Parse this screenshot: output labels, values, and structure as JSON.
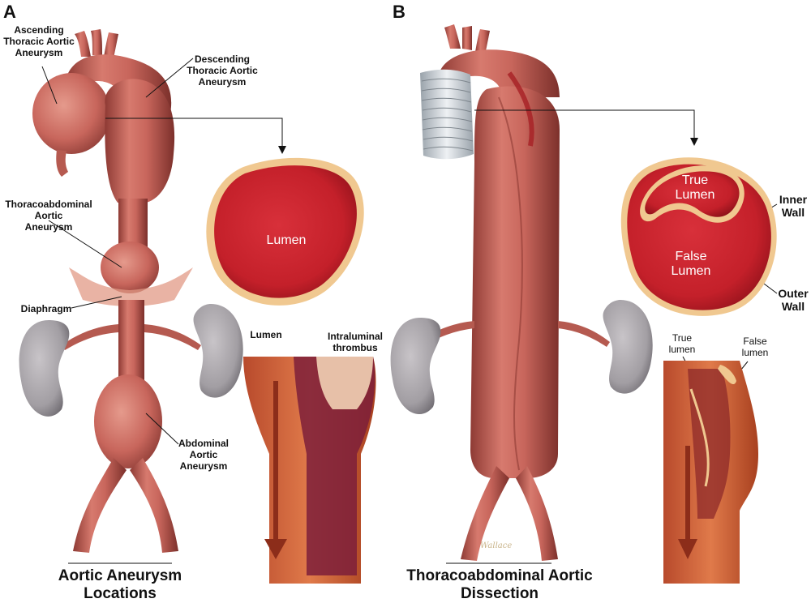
{
  "panel_a": {
    "letter": "A",
    "labels": {
      "ascending": "Ascending\nThoracic Aortic\nAneurysm",
      "descending": "Descending\nThoracic Aortic\nAneurysm",
      "thoracoabdominal": "Thoracoabdominal\nAortic\nAneurysm",
      "diaphragm": "Diaphragm",
      "abdominal": "Abdominal\nAortic\nAneurysm",
      "lumen_cross": "Lumen",
      "lumen_cut": "Lumen",
      "thrombus": "Intraluminal\nthrombus"
    },
    "caption": "Aortic Aneurysm\nLocations"
  },
  "panel_b": {
    "letter": "B",
    "labels": {
      "true_lumen_cross": "True\nLumen",
      "false_lumen_cross": "False\nLumen",
      "inner_wall": "Inner\nWall",
      "outer_wall": "Outer\nWall",
      "true_lumen_cut": "True\nlumen",
      "false_lumen_cut": "False\nlumen"
    },
    "caption": "Thoracoabdominal Aortic\nDissection",
    "signature": "Wallace"
  },
  "colors": {
    "aorta": "#c8665c",
    "aorta_dark": "#8e3a34",
    "lumen": "#c4202a",
    "kidney": "#a29ea3",
    "wall": "#f0c890",
    "graft": "#d8dde2"
  }
}
